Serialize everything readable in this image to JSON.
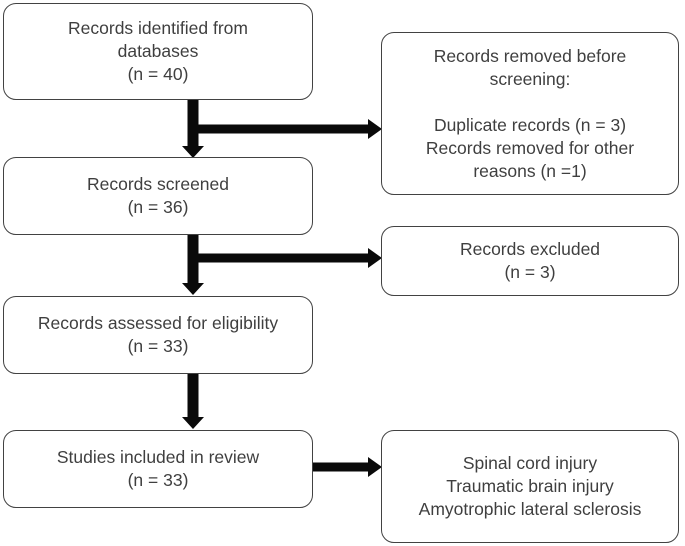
{
  "colors": {
    "background": "#ffffff",
    "box_bg": "#ffffff",
    "box_border": "#424242",
    "text": "#3f3f3f",
    "arrow": "#0a0a0a"
  },
  "boxes": {
    "identified": {
      "lines": [
        "Records identified from",
        "databases",
        "(n = 40)"
      ]
    },
    "removed": {
      "lines": [
        "Records removed before",
        "screening:",
        "",
        "Duplicate records (n = 3)",
        "Records removed for other",
        "reasons (n =1)"
      ]
    },
    "screened": {
      "lines": [
        "Records screened",
        "(n = 36)"
      ]
    },
    "excluded": {
      "lines": [
        "Records excluded",
        "(n = 3)"
      ]
    },
    "assessed": {
      "lines": [
        "Records assessed for eligibility",
        "(n = 33)"
      ]
    },
    "included": {
      "lines": [
        "Studies included in review",
        "(n = 33)"
      ]
    },
    "conditions": {
      "lines": [
        "Spinal cord injury",
        "Traumatic brain injury",
        "Amyotrophic lateral sclerosis"
      ]
    }
  }
}
